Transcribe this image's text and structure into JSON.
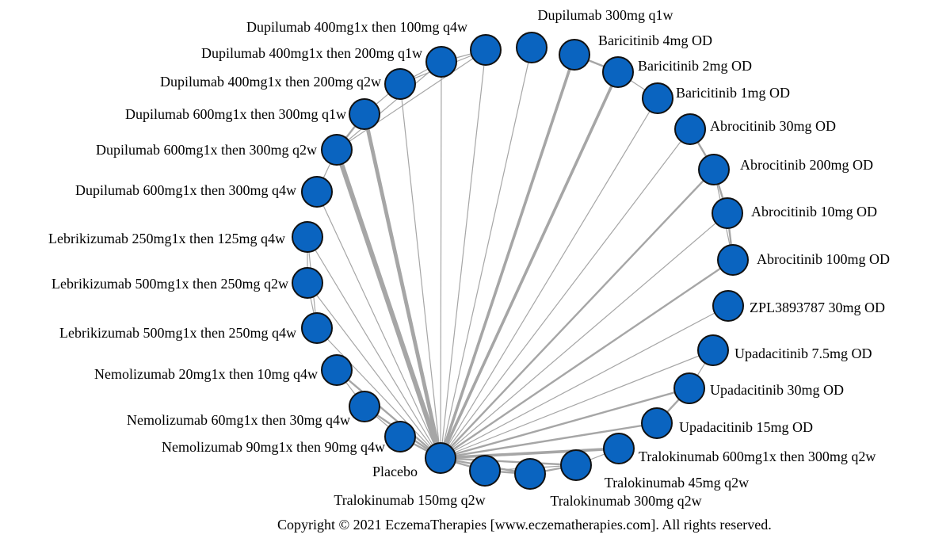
{
  "network": {
    "center_node": "Placebo",
    "colors": {
      "node_fill": "#0a64c0",
      "node_stroke": "#111111",
      "edge": "#a6a6a6"
    },
    "nodes": [
      {
        "id": "placebo",
        "label": "Placebo"
      },
      {
        "id": "tral150q2w",
        "label": "Tralokinumab 150mg q2w"
      },
      {
        "id": "tral300q2w",
        "label": "Tralokinumab 300mg q2w"
      },
      {
        "id": "tral45q2w",
        "label": "Tralokinumab 45mg q2w"
      },
      {
        "id": "tral600x300q2w",
        "label": "Tralokinumab 600mg1x then 300mg q2w"
      },
      {
        "id": "upa15",
        "label": "Upadacitinib 15mg OD"
      },
      {
        "id": "upa30",
        "label": "Upadacitinib 30mg OD"
      },
      {
        "id": "upa7_5",
        "label": "Upadacitinib 7.5mg OD"
      },
      {
        "id": "zpl30",
        "label": "ZPL3893787 30mg OD"
      },
      {
        "id": "abro100",
        "label": "Abrocitinib 100mg OD"
      },
      {
        "id": "abro10",
        "label": "Abrocitinib 10mg OD"
      },
      {
        "id": "abro200",
        "label": "Abrocitinib 200mg OD"
      },
      {
        "id": "abro30",
        "label": "Abrocitinib 30mg OD"
      },
      {
        "id": "bari1",
        "label": "Baricitinib 1mg OD"
      },
      {
        "id": "bari2",
        "label": "Baricitinib 2mg OD"
      },
      {
        "id": "bari4",
        "label": "Baricitinib 4mg OD"
      },
      {
        "id": "dupi300q1w",
        "label": "Dupilumab 300mg q1w"
      },
      {
        "id": "dupi400x100q4w",
        "label": "Dupilumab 400mg1x then 100mg q4w"
      },
      {
        "id": "dupi400x200q1w",
        "label": "Dupilumab 400mg1x then 200mg q1w"
      },
      {
        "id": "dupi400x200q2w",
        "label": "Dupilumab 400mg1x then 200mg q2w"
      },
      {
        "id": "dupi600x300q1w",
        "label": "Dupilumab 600mg1x then 300mg q1w"
      },
      {
        "id": "dupi600x300q2w",
        "label": "Dupilumab 600mg1x then 300mg q2w"
      },
      {
        "id": "dupi600x300q4w",
        "label": "Dupilumab 600mg1x then 300mg q4w"
      },
      {
        "id": "lebri250x125q4w",
        "label": "Lebrikizumab 250mg1x then 125mg q4w"
      },
      {
        "id": "lebri500x250q2w",
        "label": "Lebrikizumab 500mg1x then 250mg q2w"
      },
      {
        "id": "lebri500x250q4w",
        "label": "Lebrikizumab 500mg1x then 250mg q4w"
      },
      {
        "id": "nemo20x10q4w",
        "label": "Nemolizumab 20mg1x then 10mg q4w"
      },
      {
        "id": "nemo60x30q4w",
        "label": "Nemolizumab 60mg1x then 30mg q4w"
      },
      {
        "id": "nemo90x90q4w",
        "label": "Nemolizumab 90mg1x then 90mg q4w"
      }
    ],
    "edges": [
      {
        "source": "placebo",
        "target": "tral150q2w",
        "weight": 2
      },
      {
        "source": "placebo",
        "target": "tral300q2w",
        "weight": 2
      },
      {
        "source": "placebo",
        "target": "tral45q2w",
        "weight": 2
      },
      {
        "source": "placebo",
        "target": "tral600x300q2w",
        "weight": 3
      },
      {
        "source": "placebo",
        "target": "upa15",
        "weight": 2
      },
      {
        "source": "placebo",
        "target": "upa30",
        "weight": 2
      },
      {
        "source": "placebo",
        "target": "upa7_5",
        "weight": 1
      },
      {
        "source": "placebo",
        "target": "zpl30",
        "weight": 1
      },
      {
        "source": "placebo",
        "target": "abro100",
        "weight": 2
      },
      {
        "source": "placebo",
        "target": "abro10",
        "weight": 1
      },
      {
        "source": "placebo",
        "target": "abro200",
        "weight": 2
      },
      {
        "source": "placebo",
        "target": "abro30",
        "weight": 1
      },
      {
        "source": "placebo",
        "target": "bari1",
        "weight": 1
      },
      {
        "source": "placebo",
        "target": "bari2",
        "weight": 3
      },
      {
        "source": "placebo",
        "target": "bari4",
        "weight": 3
      },
      {
        "source": "placebo",
        "target": "dupi300q1w",
        "weight": 1
      },
      {
        "source": "placebo",
        "target": "dupi400x100q4w",
        "weight": 1
      },
      {
        "source": "placebo",
        "target": "dupi400x200q1w",
        "weight": 1
      },
      {
        "source": "placebo",
        "target": "dupi400x200q2w",
        "weight": 1
      },
      {
        "source": "placebo",
        "target": "dupi600x300q1w",
        "weight": 4
      },
      {
        "source": "placebo",
        "target": "dupi600x300q2w",
        "weight": 5
      },
      {
        "source": "placebo",
        "target": "dupi600x300q4w",
        "weight": 1
      },
      {
        "source": "placebo",
        "target": "lebri250x125q4w",
        "weight": 1
      },
      {
        "source": "placebo",
        "target": "lebri500x250q2w",
        "weight": 1
      },
      {
        "source": "placebo",
        "target": "lebri500x250q4w",
        "weight": 1
      },
      {
        "source": "placebo",
        "target": "nemo20x10q4w",
        "weight": 2
      },
      {
        "source": "placebo",
        "target": "nemo60x30q4w",
        "weight": 2
      },
      {
        "source": "placebo",
        "target": "nemo90x90q4w",
        "weight": 2
      },
      {
        "source": "tral150q2w",
        "target": "tral300q2w",
        "weight": 2
      },
      {
        "source": "tral300q2w",
        "target": "tral45q2w",
        "weight": 2
      },
      {
        "source": "tral45q2w",
        "target": "tral600x300q2w",
        "weight": 1
      },
      {
        "source": "tral150q2w",
        "target": "tral45q2w",
        "weight": 1
      },
      {
        "source": "upa15",
        "target": "upa30",
        "weight": 2
      },
      {
        "source": "upa30",
        "target": "upa7_5",
        "weight": 1
      },
      {
        "source": "abro100",
        "target": "abro10",
        "weight": 2
      },
      {
        "source": "abro10",
        "target": "abro200",
        "weight": 2
      },
      {
        "source": "abro200",
        "target": "abro30",
        "weight": 2
      },
      {
        "source": "abro100",
        "target": "abro200",
        "weight": 1
      },
      {
        "source": "bari1",
        "target": "bari2",
        "weight": 1
      },
      {
        "source": "bari2",
        "target": "bari4",
        "weight": 2
      },
      {
        "source": "dupi400x100q4w",
        "target": "dupi400x200q1w",
        "weight": 1
      },
      {
        "source": "dupi400x200q1w",
        "target": "dupi400x200q2w",
        "weight": 1
      },
      {
        "source": "dupi400x200q2w",
        "target": "dupi600x300q1w",
        "weight": 1
      },
      {
        "source": "dupi600x300q1w",
        "target": "dupi600x300q2w",
        "weight": 2
      },
      {
        "source": "dupi600x300q2w",
        "target": "dupi600x300q4w",
        "weight": 1
      },
      {
        "source": "dupi400x100q4w",
        "target": "dupi400x200q2w",
        "weight": 1
      },
      {
        "source": "dupi400x200q1w",
        "target": "dupi600x300q2w",
        "weight": 1
      },
      {
        "source": "dupi400x100q4w",
        "target": "dupi600x300q2w",
        "weight": 1
      },
      {
        "source": "lebri250x125q4w",
        "target": "lebri500x250q2w",
        "weight": 1
      },
      {
        "source": "lebri500x250q2w",
        "target": "lebri500x250q4w",
        "weight": 1
      },
      {
        "source": "lebri250x125q4w",
        "target": "lebri500x250q4w",
        "weight": 1
      },
      {
        "source": "nemo20x10q4w",
        "target": "nemo60x30q4w",
        "weight": 1
      },
      {
        "source": "nemo60x30q4w",
        "target": "nemo90x90q4w",
        "weight": 1
      }
    ]
  },
  "footer": {
    "copyright": "Copyright © 2021 EczemaTherapies [www.eczematherapies.com]. All rights reserved."
  }
}
